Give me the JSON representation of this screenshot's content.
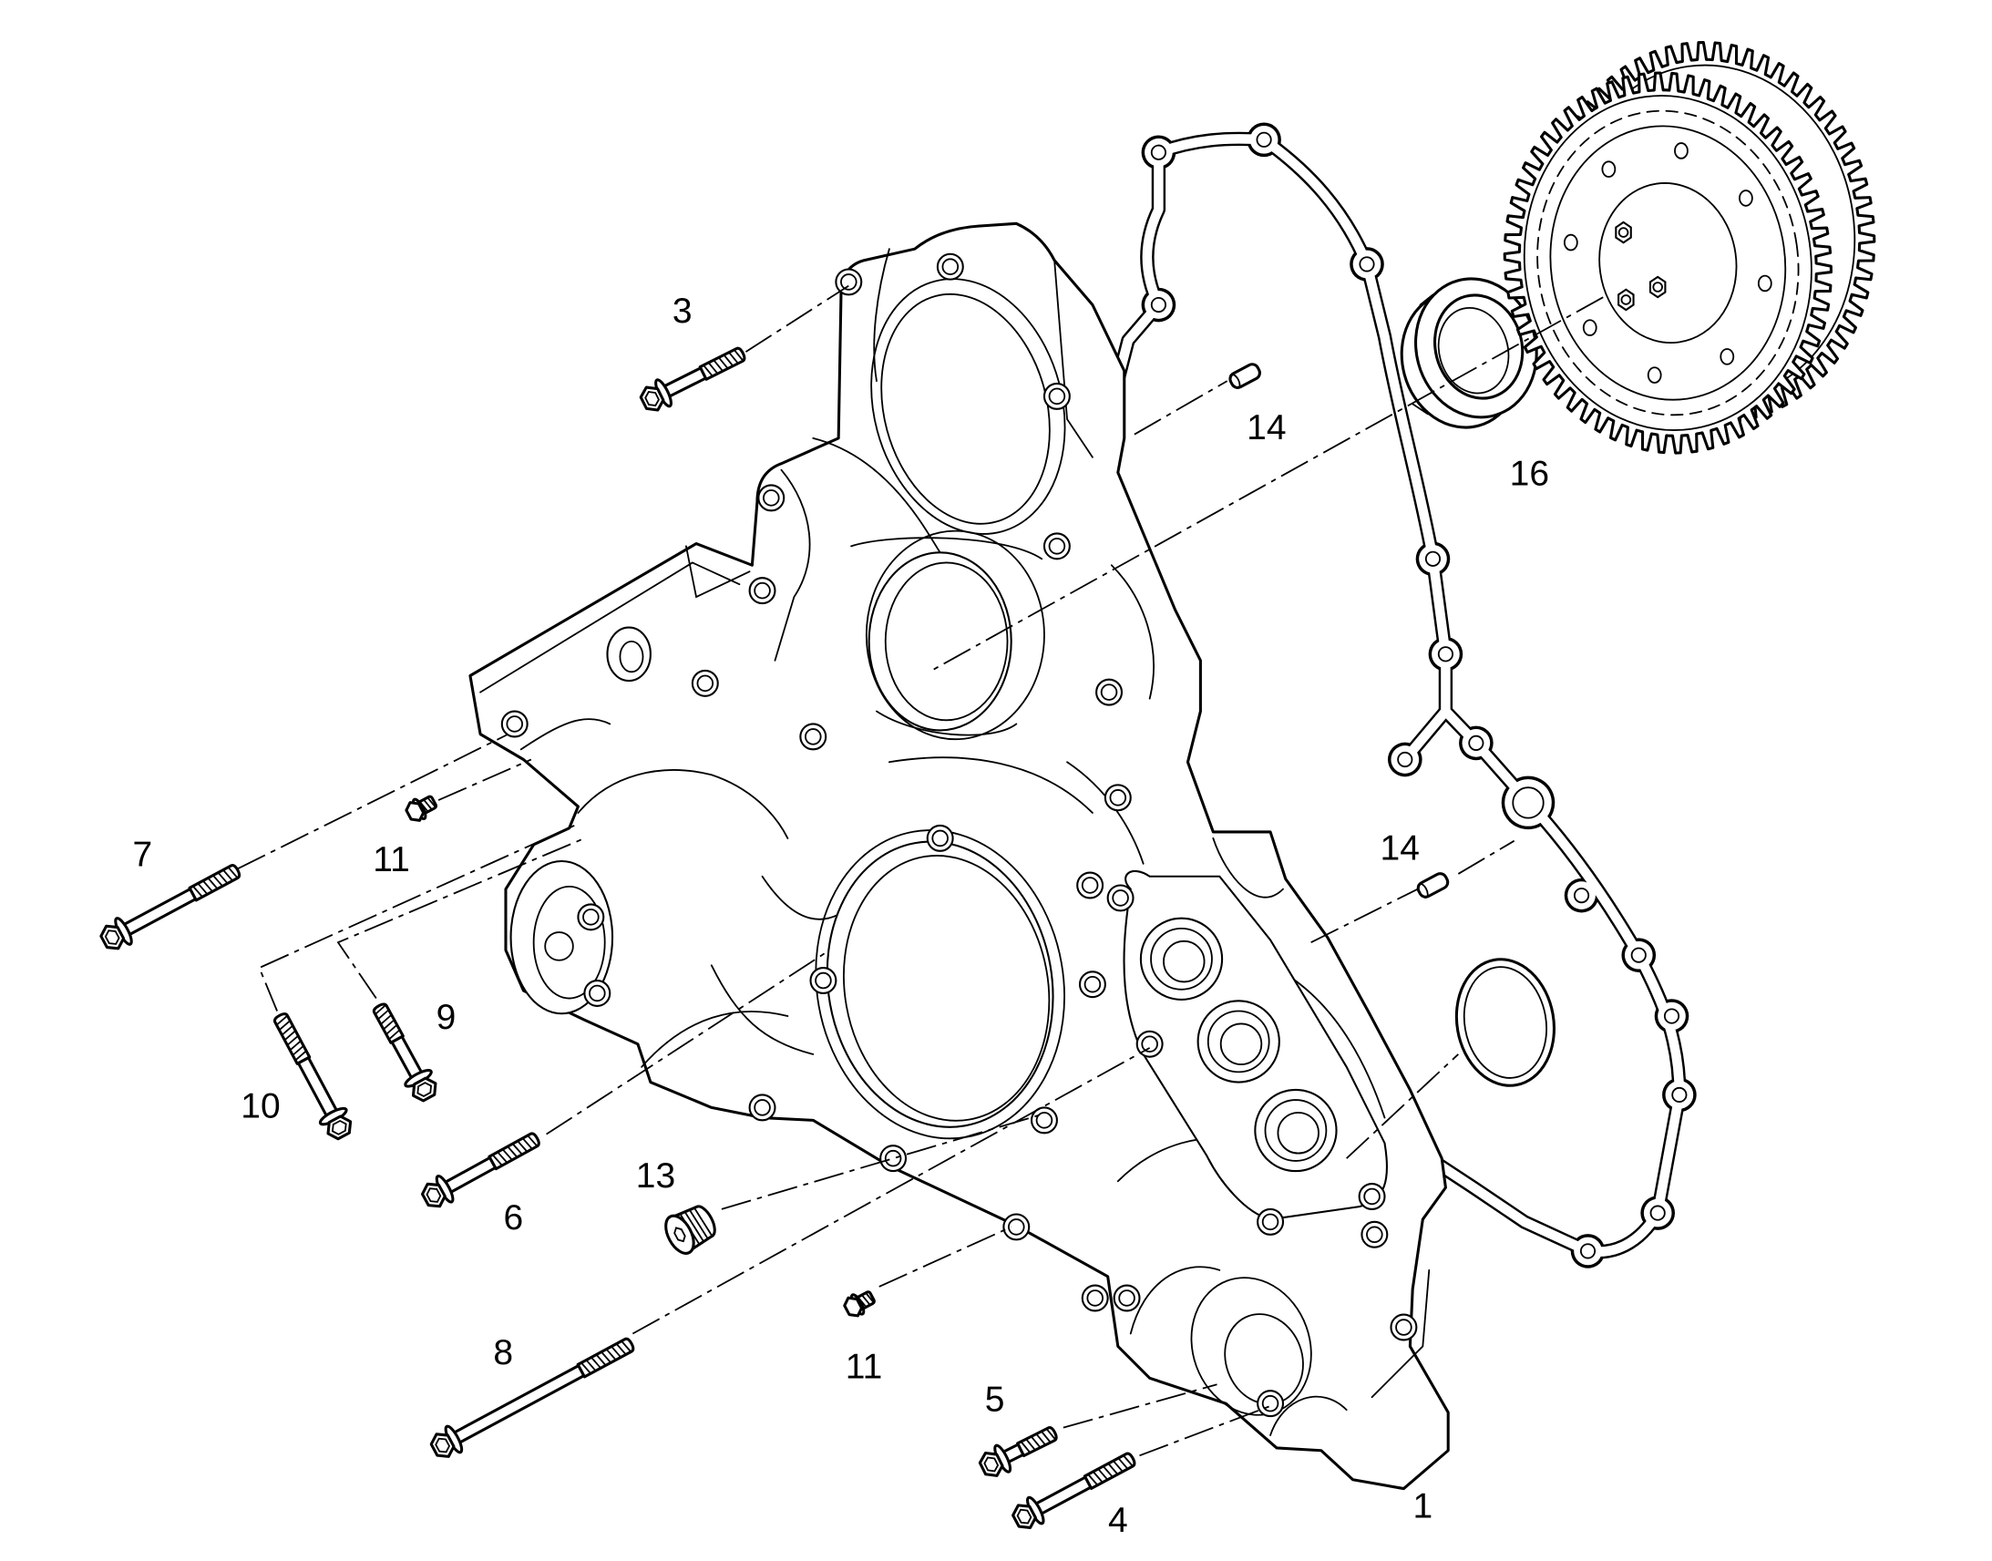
{
  "colors": {
    "background": "#ffffff",
    "line": "#000000"
  },
  "callouts": [
    "3",
    "14",
    "16",
    "14",
    "7",
    "11",
    "9",
    "10",
    "6",
    "13",
    "11",
    "8",
    "5",
    "4",
    "1"
  ]
}
